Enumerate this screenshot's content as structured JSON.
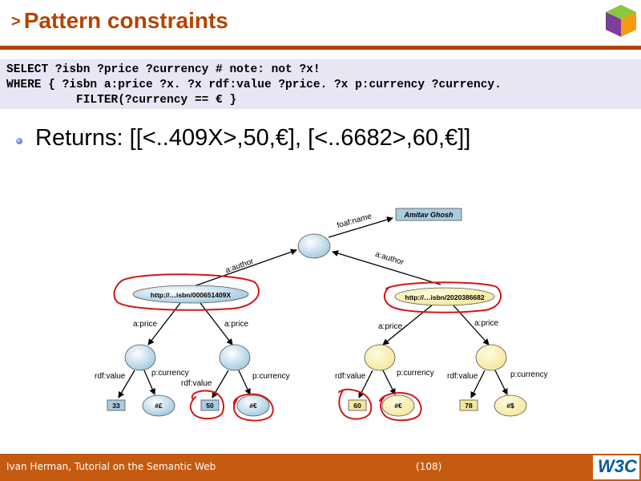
{
  "slide": {
    "title_marker": ">",
    "title": "Pattern constraints",
    "code_lines": [
      "SELECT ?isbn ?price ?currency # note: not ?x!",
      "WHERE { ?isbn a:price ?x. ?x rdf:value ?price. ?x p:currency ?currency.",
      "          FILTER(?currency == € }"
    ],
    "returns": "Returns: [[<..409X>,50,€], [<..6682>,60,€]]"
  },
  "graph": {
    "author_name": "Amitav Ghosh",
    "foaf_name": "foaf:name",
    "a_author_left": "a:author",
    "a_author_right": "a:author",
    "isbn_left": "http://…isbn/000651409X",
    "isbn_right": "http://…isbn/2020386682",
    "a_price": "a:price",
    "rdf_value": "rdf:value",
    "p_currency": "p:currency",
    "values": [
      "33",
      "50",
      "60",
      "78"
    ],
    "currencies": [
      "#£",
      "#€",
      "#€",
      "#$"
    ]
  },
  "footer": {
    "author": "Ivan Herman, Tutorial on the Semantic Web",
    "page": "(108)",
    "logo_text": "W3C"
  },
  "colors": {
    "accent": "#b34400",
    "footer_bg": "#c55a11",
    "highlight": "#d01818",
    "code_bg": "#e6e6f5"
  }
}
